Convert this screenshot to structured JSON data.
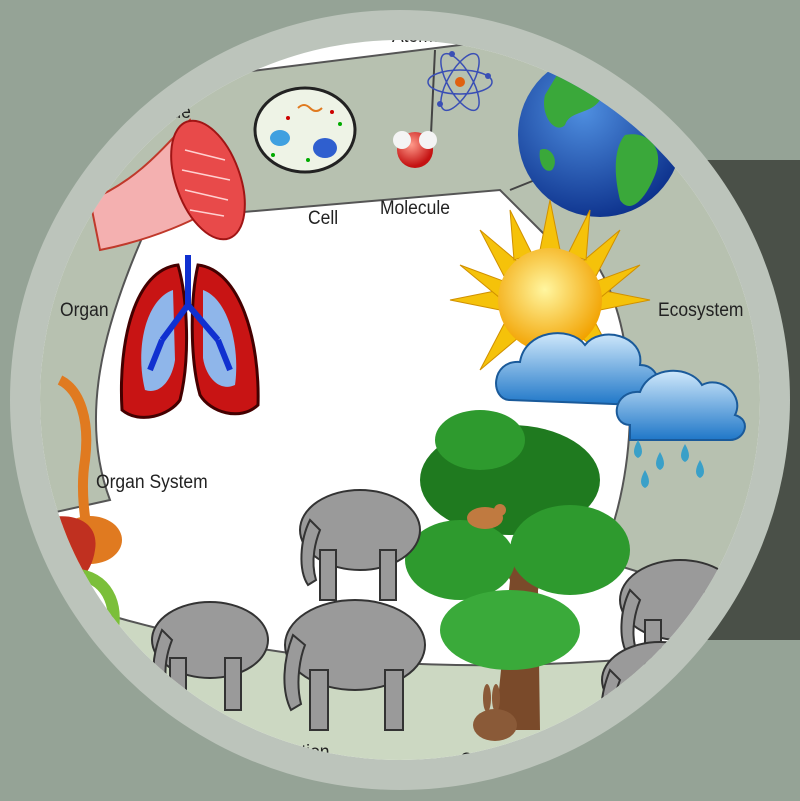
{
  "diagram": {
    "labels": {
      "atoms": "Atoms",
      "tissue": "issue",
      "cell": "Cell",
      "molecule": "Molecule",
      "organ": "Organ",
      "organ_system": "Organ System",
      "ecosystem": "Ecosystem",
      "population": "ulation",
      "community": "Commu"
    },
    "icons": [
      "atom-icon",
      "globe-icon",
      "cell-icon",
      "molecule-icon",
      "muscle-tissue-icon",
      "lungs-icon",
      "digestive-system-icon",
      "sun-icon",
      "cloud-icon",
      "rain-icon",
      "tree-icon",
      "bird-icon",
      "rabbit-icon",
      "elephant-icon"
    ],
    "colors": {
      "background": "#95a396",
      "ring": "#bcc4bb",
      "band": "#b7c1b0",
      "dark_panel": "#4a5048"
    }
  }
}
